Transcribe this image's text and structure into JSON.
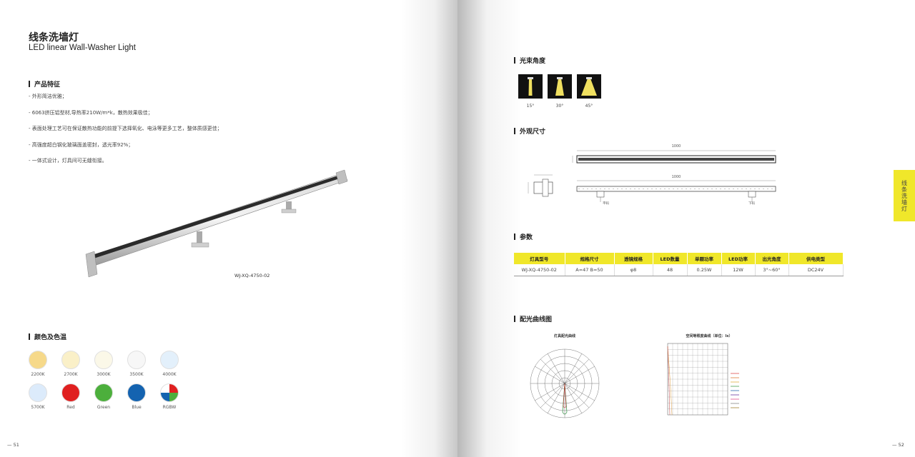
{
  "left_page": {
    "title_cn": "线条洗墙灯",
    "title_en": "LED linear Wall-Washer Light",
    "features_heading": "产品特征",
    "features": [
      "- 外形简洁优雅；",
      "- 6063挤压铝型材,导热率210W/m*k，散热效果极佳；",
      "- 表面处理工艺可在保证散热功能的前提下选择氧化、电泳等更多工艺，整体质感更佳；",
      "- 高强度超白钢化玻璃面盖密封，透光率92%；",
      "- 一体式设计，灯具间可无缝衔接。"
    ],
    "model_label": "WJ-XQ-4750-02",
    "colors_heading": "颜色及色温",
    "swatches": [
      {
        "label": "2200K",
        "color": "#f6d98a"
      },
      {
        "label": "2700K",
        "color": "#faf0c8"
      },
      {
        "label": "3000K",
        "color": "#fbf8e8"
      },
      {
        "label": "3500K",
        "color": "#f7f7f7"
      },
      {
        "label": "4000K",
        "color": "#e3f0fb"
      },
      {
        "label": "5700K",
        "color": "#dcebfb"
      },
      {
        "label": "Red",
        "color": "#e02020"
      },
      {
        "label": "Green",
        "color": "#4caf3c"
      },
      {
        "label": "Blue",
        "color": "#1463b0"
      },
      {
        "label": "RGBW",
        "color": "#ffffff"
      }
    ],
    "page_number": "— 51"
  },
  "right_page": {
    "beam_heading": "光束角度",
    "beam_angles": [
      "15°",
      "30°",
      "45°"
    ],
    "dims_heading": "外观尺寸",
    "dims": {
      "length_top": "1000",
      "length_bottom": "1000",
      "label_bracket_left": "平码",
      "label_bracket_right": "下码"
    },
    "params_heading": "参数",
    "params_table": {
      "headers": [
        "灯具型号",
        "规格尺寸",
        "透镜规格",
        "LED数量",
        "单颗功率",
        "LED功率",
        "出光角度",
        "供电类型"
      ],
      "row": [
        "WJ-XQ-4750-02",
        "A=47  B=50",
        "φ8",
        "48",
        "0.25W",
        "12W",
        "3°~60°",
        "DC24V"
      ]
    },
    "curves_heading": "配光曲线图",
    "polar_title": "灯具配光曲线",
    "grid_title": "空间等照度曲线（单位：lx）",
    "page_number": "— 52",
    "side_tab": "线条洗墙灯"
  },
  "colors": {
    "accent_yellow": "#f0e72a"
  }
}
